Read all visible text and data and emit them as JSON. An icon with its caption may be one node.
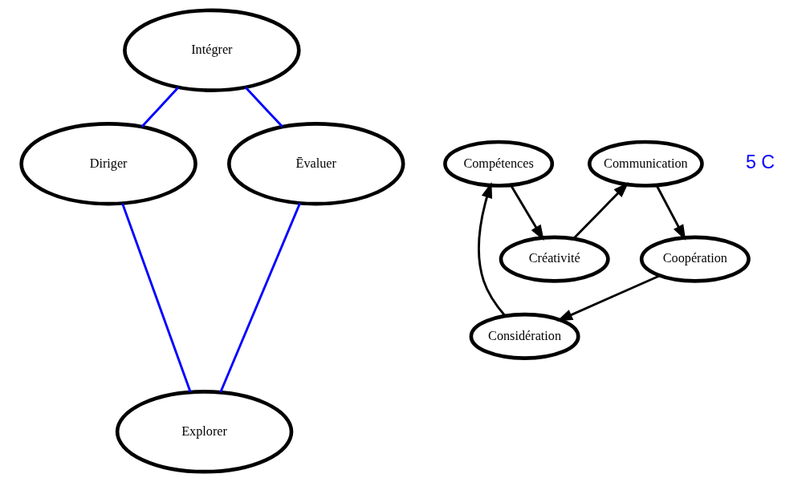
{
  "diagram": {
    "nodes": [
      {
        "text": [
          "Intégrer"
        ]
      },
      {
        "text": [
          "Considération"
        ]
      },
      {
        "text": [
          "Coopération"
        ]
      },
      {
        "text": [
          "Diriger"
        ]
      },
      {
        "text": [
          "Compétences"
        ]
      },
      {
        "text": [
          "Communication"
        ]
      },
      {
        "text": [
          "Ēvaluer"
        ]
      },
      {
        "text": [
          "Créativité"
        ]
      },
      {
        "text": [
          "Explorer"
        ]
      }
    ],
    "edges": [
      {
        "from": 0,
        "to": 3,
        "arrow": "none",
        "color": "#0000ff"
      },
      {
        "from": 0,
        "to": 6,
        "arrow": "none",
        "color": "#0000ff"
      },
      {
        "from": 3,
        "to": 8,
        "arrow": "none",
        "color": "#0000ff"
      },
      {
        "from": 6,
        "to": 8,
        "arrow": "none",
        "color": "#0000ff"
      },
      {
        "from": 2,
        "to": 1,
        "arrow": "to"
      },
      {
        "from": 1,
        "to": 4,
        "arrow": "to"
      },
      {
        "from": 4,
        "to": 7,
        "arrow": "to"
      },
      {
        "from": 7,
        "to": 5,
        "arrow": "to"
      },
      {
        "from": 5,
        "to": 2,
        "arrow": "to"
      }
    ],
    "labels": [
      "5 C"
    ]
  }
}
